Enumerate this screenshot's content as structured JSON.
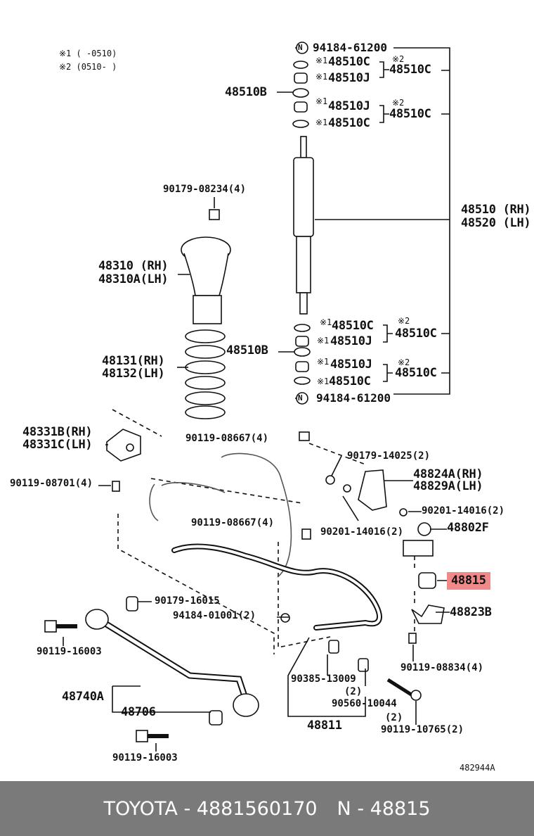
{
  "notes": [
    "※1 (    -0510)",
    "※2 (0510-    )"
  ],
  "parts": {
    "p94184_61200_top": "94184-61200",
    "p48510C_a": "48510C",
    "p48510J_a": "48510J",
    "p48510C_group1": "48510C",
    "p48510B_top": "48510B",
    "p48510J_b": "48510J",
    "p48510C_b": "48510C",
    "p48510C_group2": "48510C",
    "p48510_rh": "48510 (RH)",
    "p48520_lh": "48520 (LH)",
    "p90179_08234": "90179-08234(4)",
    "p48310_rh": "48310  (RH)",
    "p48310A_lh": "48310A(LH)",
    "p48510C_c": "48510C",
    "p48510J_c": "48510J",
    "p48510C_group3": "48510C",
    "p48510B_bot": "48510B",
    "p48131_rh": "48131(RH)",
    "p48132_lh": "48132(LH)",
    "p48510J_d": "48510J",
    "p48510C_d": "48510C",
    "p48510C_group4": "48510C",
    "p94184_61200_bot": "94184-61200",
    "p48331B_rh": "48331B(RH)",
    "p48331C_lh": "48331C(LH)",
    "p90119_08667_a": "90119-08667(4)",
    "p90179_14025": "90179-14025(2)",
    "p48824A_rh": "48824A(RH)",
    "p48829A_lh": "48829A(LH)",
    "p90119_08701": "90119-08701(4)",
    "p90201_14016_a": "90201-14016(2)",
    "p90119_08667_b": "90119-08667(4)",
    "p90201_14016_b": "90201-14016(2)",
    "p48802F": "48802F",
    "p48815": "48815",
    "p90179_16015": "90179-16015",
    "p94184_01001": "94184-01001(2)",
    "p48823B": "48823B",
    "p90119_16003_a": "90119-16003",
    "p90385_13009": "90385-13009",
    "p90385_qty": "(2)",
    "p90119_08834": "90119-08834(4)",
    "p48740A": "48740A",
    "p48706": "48706",
    "p90560_10044": "90560-10044",
    "p90560_qty": "(2)",
    "p90119_10765": "90119-10765(2)",
    "p48811": "48811",
    "p90119_16003_b": "90119-16003",
    "diagram_id": "482944A"
  },
  "marks": {
    "n": "N",
    "x1": "※1",
    "x2": "※2"
  },
  "footer": {
    "brand": "TOYOTA - 4881560170",
    "part": "N - 48815"
  },
  "colors": {
    "highlight": "#f08a8a",
    "footer_bg": "#7a7a7a"
  }
}
